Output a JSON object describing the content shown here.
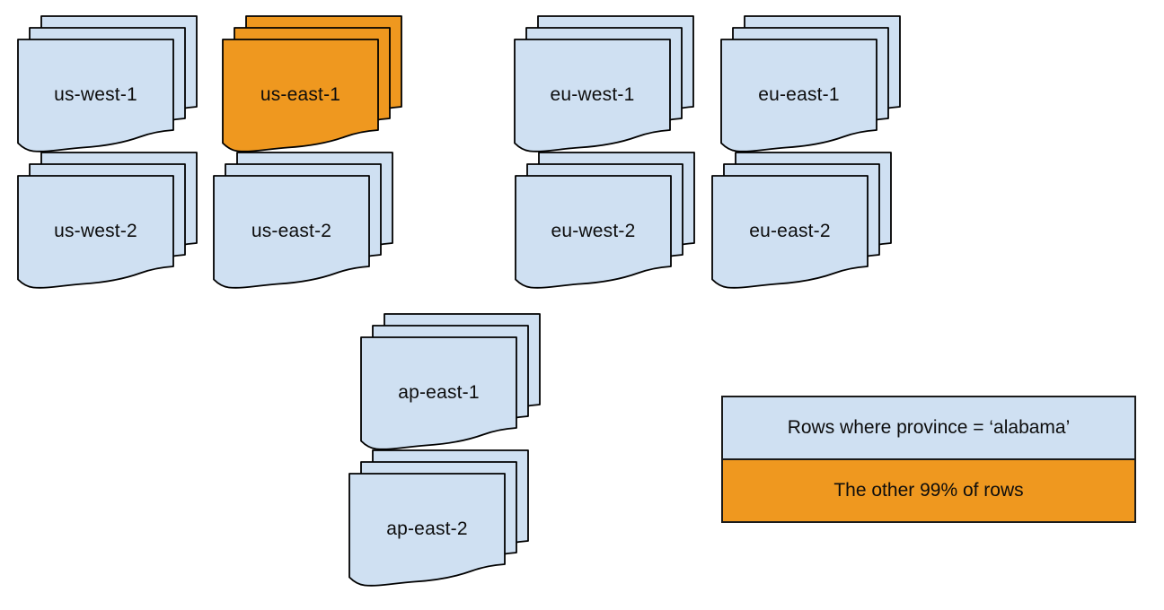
{
  "diagram": {
    "type": "region-sharding-diagram",
    "colors": {
      "document_fill_default": "#cfe0f2",
      "document_fill_highlight": "#ef981f",
      "outline": "#000000",
      "text": "#0d0d0d",
      "background": "#ffffff"
    },
    "regions": [
      {
        "label": "us-west-1",
        "variant": "default"
      },
      {
        "label": "us-east-1",
        "variant": "highlight"
      },
      {
        "label": "eu-west-1",
        "variant": "default"
      },
      {
        "label": "eu-east-1",
        "variant": "default"
      },
      {
        "label": "us-west-2",
        "variant": "default"
      },
      {
        "label": "us-east-2",
        "variant": "default"
      },
      {
        "label": "eu-west-2",
        "variant": "default"
      },
      {
        "label": "eu-east-2",
        "variant": "default"
      },
      {
        "label": "ap-east-1",
        "variant": "default"
      },
      {
        "label": "ap-east-2",
        "variant": "default"
      }
    ],
    "legend": {
      "items": [
        {
          "label": "Rows where province = ‘alabama’",
          "swatch": "#cfe0f2"
        },
        {
          "label": "The other 99% of rows",
          "swatch": "#ef981f"
        }
      ]
    }
  }
}
